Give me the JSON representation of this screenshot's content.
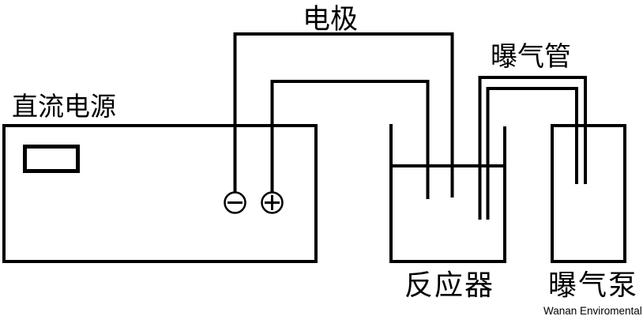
{
  "diagram": {
    "background_color": "#ffffff",
    "line_color": "#000000",
    "labels": {
      "electrode": "电极",
      "aeration_pipe": "曝气管",
      "dc_power_supply": "直流电源",
      "reactor": "反应器",
      "aeration_pump": "曝气泵"
    },
    "terminals": {
      "negative_symbol": "−",
      "positive_symbol": "+"
    },
    "watermark": "Wanan Enviromental"
  }
}
